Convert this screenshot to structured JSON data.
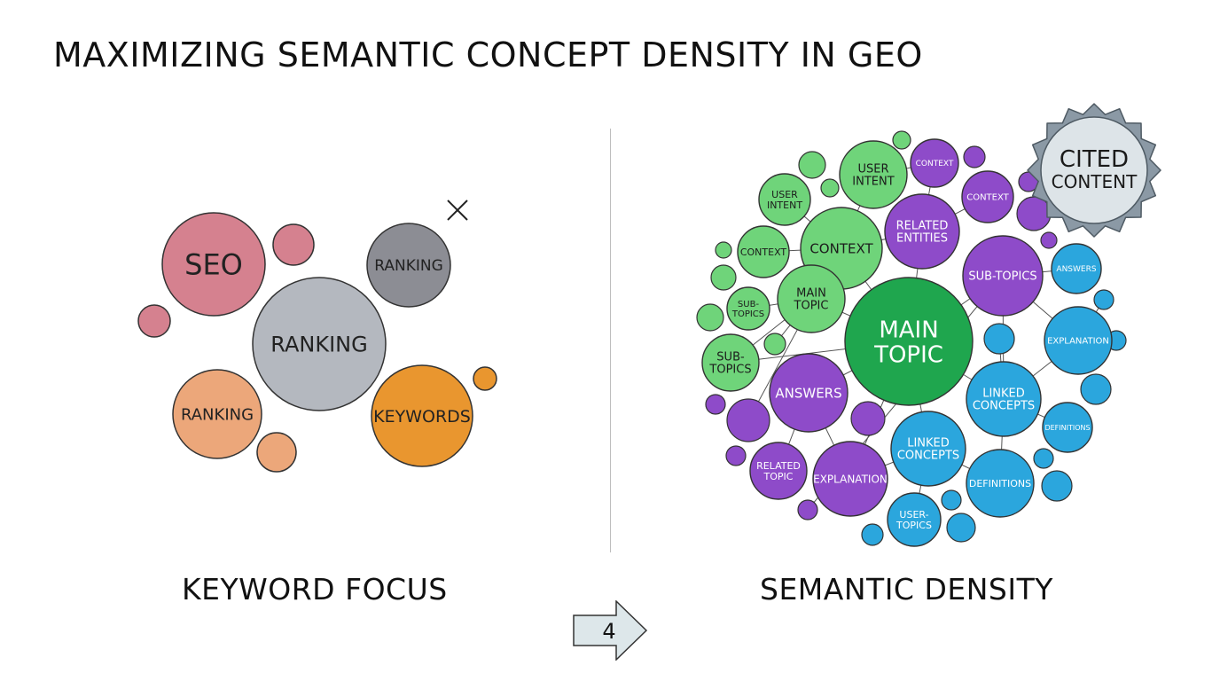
{
  "title": "MAXIMIZING SEMANTIC CONCEPT DENSITY IN GEO",
  "captions": {
    "left": "KEYWORD FOCUS",
    "right": "SEMANTIC DENSITY"
  },
  "page_number": "4",
  "colors": {
    "pink": "#d5818f",
    "gray": "#b4b8bf",
    "dark_gray": "#8c8d94",
    "peach": "#eca77a",
    "orange": "#e9962f",
    "green": "#6fd47a",
    "dark_green": "#1fa64e",
    "purple": "#8e4bc9",
    "blue": "#2ba6dd",
    "badge": "#dde4e8",
    "badge_ring": "#8b99a5"
  },
  "left_bubbles": [
    {
      "label": "SEO",
      "color": "pink"
    },
    {
      "label": "RANKING",
      "color": "gray"
    },
    {
      "label": "RANKING",
      "color": "dark_gray"
    },
    {
      "label": "RANKING",
      "color": "peach"
    },
    {
      "label": "KEYWORDS",
      "color": "orange"
    }
  ],
  "cross_icon": "close-icon",
  "right_bubbles": [
    {
      "label": "MAIN TOPIC",
      "color": "dark_green"
    },
    {
      "label": "USER INTENT",
      "color": "green"
    },
    {
      "label": "USER INTENT",
      "color": "green"
    },
    {
      "label": "CONTEXT",
      "color": "green"
    },
    {
      "label": "CONTEXT",
      "color": "green"
    },
    {
      "label": "MAIN TOPIC",
      "color": "green"
    },
    {
      "label": "SUB-TOPICS",
      "color": "green"
    },
    {
      "label": "SUB-TOPICS",
      "color": "green"
    },
    {
      "label": "CONTEXT",
      "color": "purple"
    },
    {
      "label": "CONTEXT",
      "color": "purple"
    },
    {
      "label": "RELATED ENTITIES",
      "color": "purple"
    },
    {
      "label": "SUB-TOPICS",
      "color": "purple"
    },
    {
      "label": "ANSWERS",
      "color": "purple"
    },
    {
      "label": "RELATED TOPIC",
      "color": "purple"
    },
    {
      "label": "EXPLANATION",
      "color": "purple"
    },
    {
      "label": "ANSWERS",
      "color": "blue"
    },
    {
      "label": "EXPLANATION",
      "color": "blue"
    },
    {
      "label": "LINKED CONCEPTS",
      "color": "blue"
    },
    {
      "label": "DEFINITIONS",
      "color": "blue"
    },
    {
      "label": "LINKED CONCEPTS",
      "color": "blue"
    },
    {
      "label": "DEFINITIONS",
      "color": "blue"
    },
    {
      "label": "USER-TOPICS",
      "color": "blue"
    }
  ],
  "badge": {
    "label": "CITED CONTENT"
  }
}
